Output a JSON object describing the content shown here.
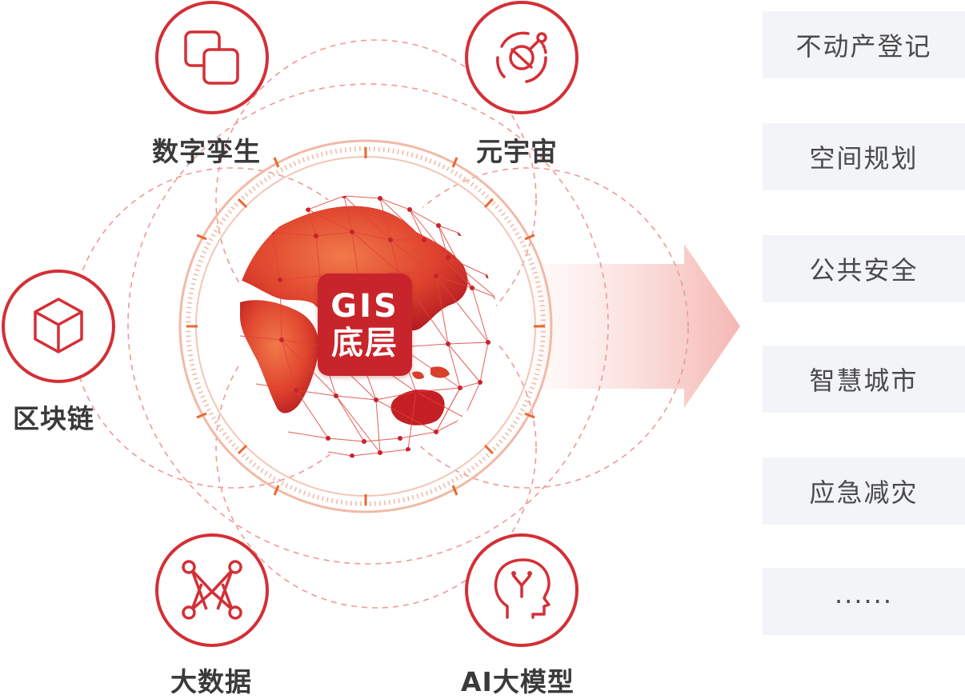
{
  "center": {
    "line1": "GIS",
    "line2": "底层"
  },
  "technologies": [
    {
      "label": "数字孪生",
      "icon": "digital-twin-icon"
    },
    {
      "label": "元宇宙",
      "icon": "metaverse-icon"
    },
    {
      "label": "区块链",
      "icon": "blockchain-cube-icon"
    },
    {
      "label": "大数据",
      "icon": "big-data-network-icon"
    },
    {
      "label": "AI大模型",
      "icon": "ai-head-icon"
    }
  ],
  "applications": [
    {
      "label": "不动产登记"
    },
    {
      "label": "空间规划"
    },
    {
      "label": "公共安全"
    },
    {
      "label": "智慧城市"
    },
    {
      "label": "应急减灾"
    },
    {
      "label": "······"
    }
  ],
  "colors": {
    "accent": "#d42f36",
    "dashed": "#ee9a96",
    "globe": "#e2412f",
    "item_bg": "#f3f4f7",
    "text": "#3a3a3a"
  }
}
